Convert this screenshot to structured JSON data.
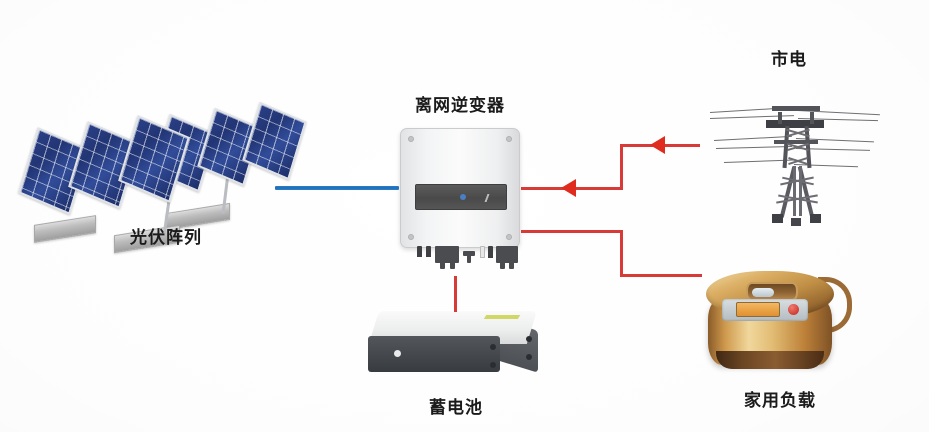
{
  "diagram": {
    "title": "Off-grid PV system block diagram",
    "background_color": "#fbfbfc",
    "colors": {
      "grid_wire": "#d83a37",
      "arrow": "#e02b1f",
      "pv_wire": "#1b6fb8",
      "panel_blue": "#2a3f86",
      "label_text": "#1b1b1b"
    }
  },
  "nodes": {
    "pv_array": {
      "label": "光伏阵列",
      "icon": "solar-panel-array-icon"
    },
    "inverter": {
      "label": "离网逆变器",
      "icon": "off-grid-inverter-icon"
    },
    "grid": {
      "label": "市电",
      "icon": "transmission-tower-icon"
    },
    "load": {
      "label": "家用负载",
      "icon": "rice-cooker-icon"
    },
    "battery": {
      "label": "蓄电池",
      "icon": "battery-pack-icon"
    }
  },
  "connections": [
    {
      "name": "pv-to-inverter",
      "from": "pv_array",
      "to": "inverter",
      "color": "#1b6fb8",
      "arrow": "none"
    },
    {
      "name": "grid-to-inverter-upper",
      "from": "grid",
      "to": "inverter",
      "color": "#d83a37",
      "arrow": "left"
    },
    {
      "name": "grid-to-inverter-lower",
      "from": "grid",
      "to": "inverter",
      "color": "#d83a37",
      "arrow": "left"
    },
    {
      "name": "inverter-to-load",
      "from": "inverter",
      "to": "load",
      "color": "#d83a37",
      "arrow": "none"
    },
    {
      "name": "inverter-to-battery",
      "from": "inverter",
      "to": "battery",
      "color": "#d83a37",
      "arrow": "none"
    }
  ]
}
